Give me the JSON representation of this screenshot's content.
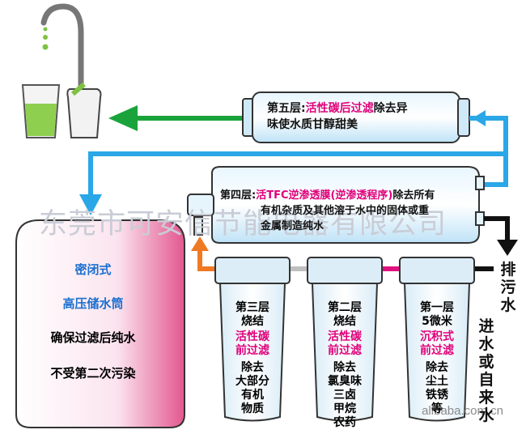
{
  "watermark": "东莞市可安信节能电器有限公司",
  "site_mark": "alibaba.com.cn",
  "stage5": {
    "prefix": "第五层:",
    "name": "活性碳后过滤",
    "desc1": "除去异",
    "desc2": "味使水质甘醇甜美"
  },
  "stage4": {
    "prefix": "第四层:",
    "name": "活TFC逆渗透膜(逆渗透程序)",
    "desc1": "除去所有",
    "desc2": "有机杂质及其他溶于水中的固体或重",
    "desc3": "金属制造纯水"
  },
  "tank": {
    "line1": "密闭式",
    "line2": "高压储水筒",
    "line3": "确保过滤后纯水",
    "line4": "不受第二次污染"
  },
  "stage3": {
    "title1": "第三层",
    "title2": "烧结",
    "name1": "活性碳",
    "name2": "前过滤",
    "desc": [
      "除去",
      "大部分",
      "有机",
      "物质"
    ]
  },
  "stage2": {
    "title1": "第二层",
    "title2": "烧结",
    "name1": "活性碳",
    "name2": "前过滤",
    "desc": [
      "除去",
      "氯臭味",
      "三卤",
      "甲烷",
      "农药"
    ]
  },
  "stage1": {
    "title1": "第一层",
    "title2": "5微米",
    "name1": "沉积式",
    "name2": "前过滤",
    "desc": [
      "除去",
      "尘土",
      "铁锈",
      "等"
    ]
  },
  "drain": [
    "排",
    "污",
    "水"
  ],
  "inlet": [
    "进",
    "水",
    "或",
    "自",
    "来",
    "水"
  ],
  "colors": {
    "blue_pipe": "#2aa7e6",
    "green_pipe": "#1aa33a",
    "orange_pipe": "#f07a24",
    "magenta_pipe": "#e0137e",
    "black_pipe": "#111111",
    "highlight": "#e0007a"
  }
}
